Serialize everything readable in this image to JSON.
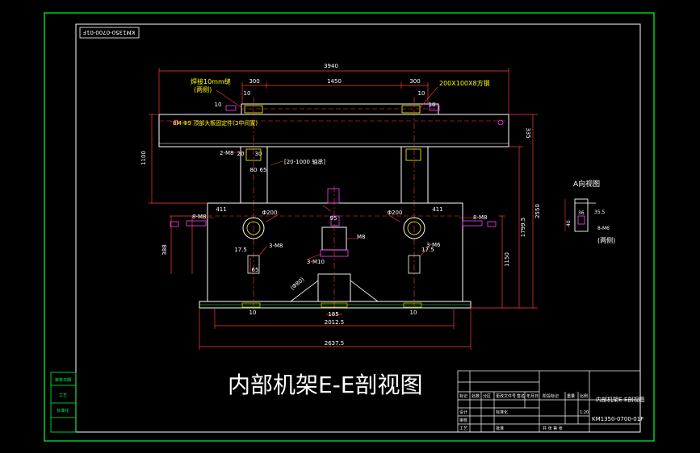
{
  "drawing": {
    "title": "内部机架E-E剖视图",
    "stamp_code": "KM1350-0700-01F",
    "view_label": "A向视图",
    "view_note_both_sides": "(两侧)",
    "view_dims": [
      "40",
      "35.5",
      "36",
      "8-M6"
    ],
    "notes": {
      "weld_line": "焊接10mm缝",
      "weld_line_both": "(两侧)",
      "channel_steel": "200X100X8方钢",
      "anchor_bolts": "8M-Φ9 顶部大板固定件(3中间置)",
      "bolt_top": "2-M8",
      "bolt_side_left": "8-M8",
      "bolt_side_right": "8-M8",
      "bolt_mid": "3-M8",
      "bolt_center": "3-M10",
      "bolt_base": "3-M6",
      "m8_spec": "M8",
      "bearing": "(Φ80)",
      "bracket": "[20-1000 轴承]"
    },
    "dimensions": {
      "overall_top": "3940",
      "left_top": "300",
      "middle_top": "1450",
      "right_top": "300",
      "d_10a": "10",
      "d_10b": "10",
      "d_10c": "10",
      "d_10d": "10",
      "d_335": "335",
      "d_1100": "1100",
      "d_2550": "2550",
      "d_1799": "1799.5",
      "d_1150": "1150",
      "d_20": "20",
      "d_30": "30",
      "d_65": "65",
      "d_80": "80",
      "d_411a": "411",
      "d_411b": "411",
      "d_phi200a": "Φ200",
      "d_phi200b": "Φ200",
      "d_95": "95",
      "d_388": "388",
      "d_175a": "17.5",
      "d_175b": "17.5",
      "d_65b": "65",
      "d_185": "185",
      "d_2012": "2012.5",
      "d_2637": "2637.5",
      "d_10e": "10",
      "d_10f": "10"
    },
    "title_block": {
      "company": "",
      "name": "内部机架E-E剖视图",
      "code": "KM1350-0700-01F",
      "row_labels": [
        "标记",
        "处数",
        "分区",
        "更改文件号",
        "签名",
        "年月日"
      ],
      "row_labels2": [
        "设计",
        "标准化",
        "审核",
        "工艺",
        "批准"
      ],
      "meta": [
        "阶段标记",
        "重量",
        "比例"
      ],
      "scale": "1:20",
      "sheet": "共 张 第 张"
    },
    "side_stamp": [
      "审核日期",
      "工艺",
      "标准化"
    ]
  }
}
